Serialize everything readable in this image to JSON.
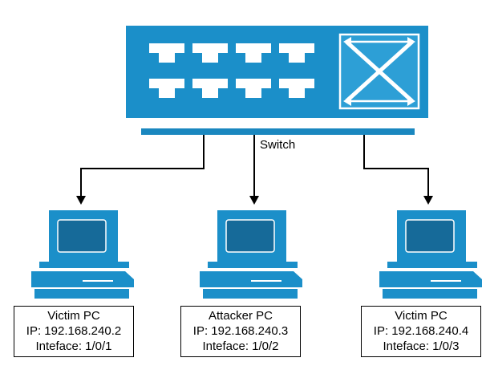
{
  "switch": {
    "label": "Switch",
    "ports": 8
  },
  "hosts": [
    {
      "name": "Victim PC",
      "ip": "IP: 192.168.240.2",
      "interface": "Inteface: 1/0/1"
    },
    {
      "name": "Attacker PC",
      "ip": "IP: 192.168.240.3",
      "interface": "Inteface: 1/0/2"
    },
    {
      "name": "Victim PC",
      "ip": "IP: 192.168.240.4",
      "interface": "Inteface: 1/0/3"
    }
  ],
  "colors": {
    "device_blue": "#1b8fc9",
    "device_dark": "#166a99",
    "line": "#000000"
  },
  "icons": {
    "switch": "network-switch-icon",
    "crossover": "switch-crossover-icon",
    "pc": "desktop-pc-icon"
  }
}
